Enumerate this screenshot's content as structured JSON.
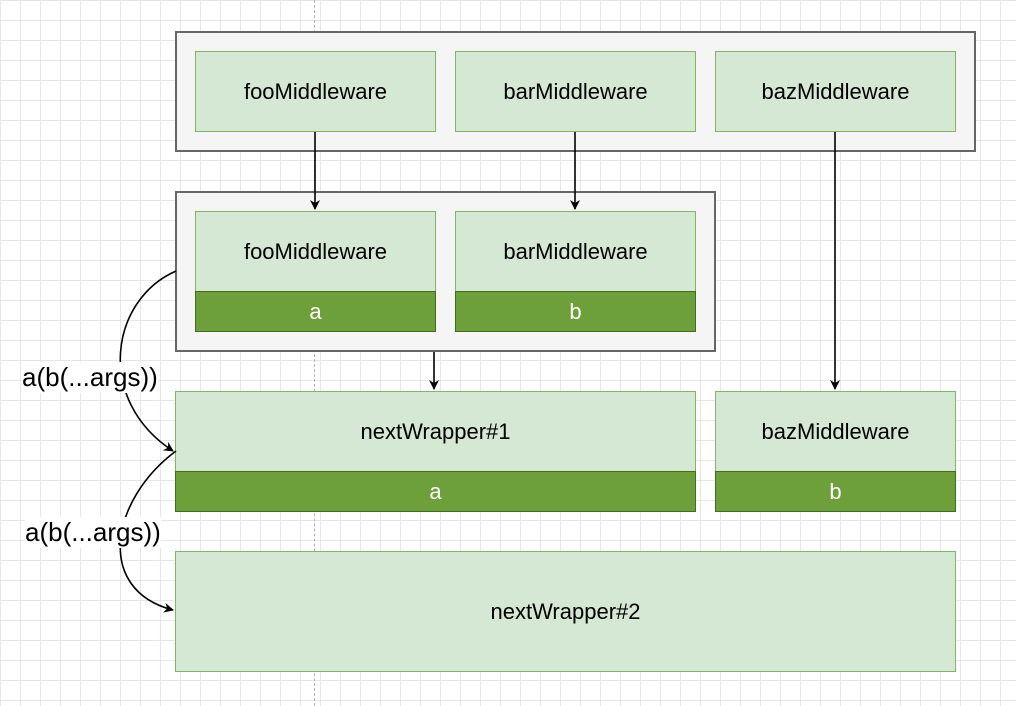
{
  "row1": {
    "foo": "fooMiddleware",
    "bar": "barMiddleware",
    "baz": "bazMiddleware"
  },
  "row2": {
    "foo": "fooMiddleware",
    "foo_tag": "a",
    "bar": "barMiddleware",
    "bar_tag": "b"
  },
  "row3": {
    "next": "nextWrapper#1",
    "next_tag": "a",
    "baz": "bazMiddleware",
    "baz_tag": "b"
  },
  "row4": {
    "next": "nextWrapper#2"
  },
  "edge_labels": {
    "first": "a(b(...args))",
    "second": "a(b(...args))"
  },
  "colors": {
    "box_fill": "#d5e8d4",
    "box_stroke": "#82b366",
    "tag_fill": "#6d9f3a",
    "container_fill": "#f5f5f5",
    "container_stroke": "#666666"
  }
}
